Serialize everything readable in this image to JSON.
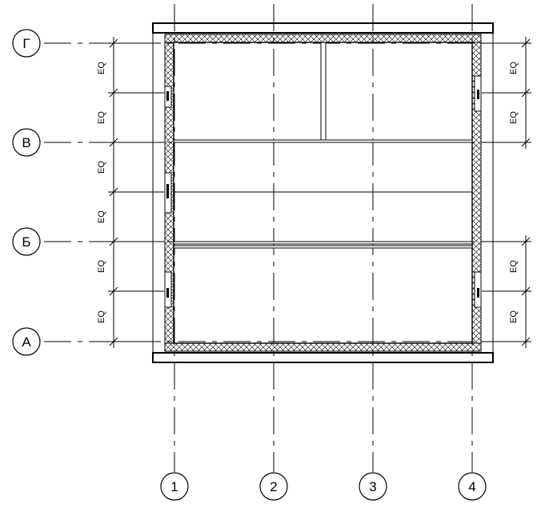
{
  "grid_rows": [
    {
      "label": "Г",
      "icon": "grid-bubble"
    },
    {
      "label": "В",
      "icon": "grid-bubble"
    },
    {
      "label": "Б",
      "icon": "grid-bubble"
    },
    {
      "label": "А",
      "icon": "grid-bubble"
    }
  ],
  "grid_columns": [
    {
      "label": "1",
      "icon": "grid-bubble"
    },
    {
      "label": "2",
      "icon": "grid-bubble"
    },
    {
      "label": "3",
      "icon": "grid-bubble"
    },
    {
      "label": "4",
      "icon": "grid-bubble"
    }
  ],
  "dimensions_left": [
    "EQ",
    "EQ",
    "EQ",
    "EQ",
    "EQ",
    "EQ"
  ],
  "dimensions_right_top": [
    "EQ",
    "EQ"
  ],
  "dimensions_right_bottom": [
    "EQ",
    "EQ"
  ]
}
